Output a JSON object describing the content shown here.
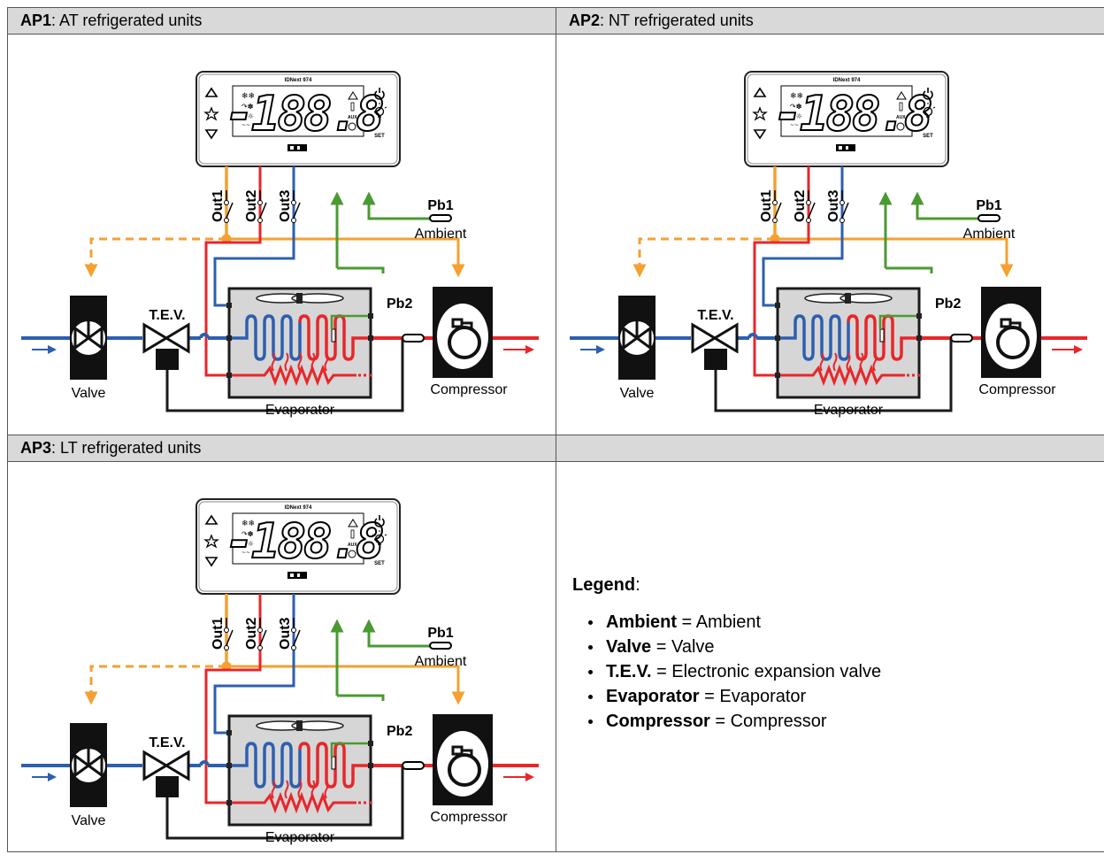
{
  "panels": [
    {
      "code": "AP1",
      "title": ": AT refrigerated units"
    },
    {
      "code": "AP2",
      "title": ": NT refrigerated units"
    },
    {
      "code": "AP3",
      "title": ": LT refrigerated units"
    }
  ],
  "diagram": {
    "device_model": "IDNext 974",
    "display_digits": "-188.8",
    "aux_label": "AUX",
    "set_label": "SET",
    "out1": "Out1",
    "out2": "Out2",
    "out3": "Out3",
    "pb1": "Pb1",
    "pb1_caption": "Ambient",
    "pb2": "Pb2",
    "tev": "T.E.V.",
    "valve": "Valve",
    "compressor": "Compressor",
    "evaporator": "Evaporator"
  },
  "legend": {
    "title": "Legend",
    "title_suffix": ":",
    "items": [
      {
        "term": "Ambient",
        "desc": " = Ambient"
      },
      {
        "term": "Valve",
        "desc": " = Valve"
      },
      {
        "term": "T.E.V.",
        "desc": " = Electronic expansion valve"
      },
      {
        "term": "Evaporator",
        "desc": " = Evaporator"
      },
      {
        "term": "Compressor",
        "desc": " = Compressor"
      }
    ]
  },
  "colors": {
    "orange": "#f5a030",
    "red": "#e8262a",
    "blue": "#2d5fb0",
    "green": "#4a9a32",
    "dark": "#1a1a1a",
    "header_bg": "#d9d9d9"
  }
}
